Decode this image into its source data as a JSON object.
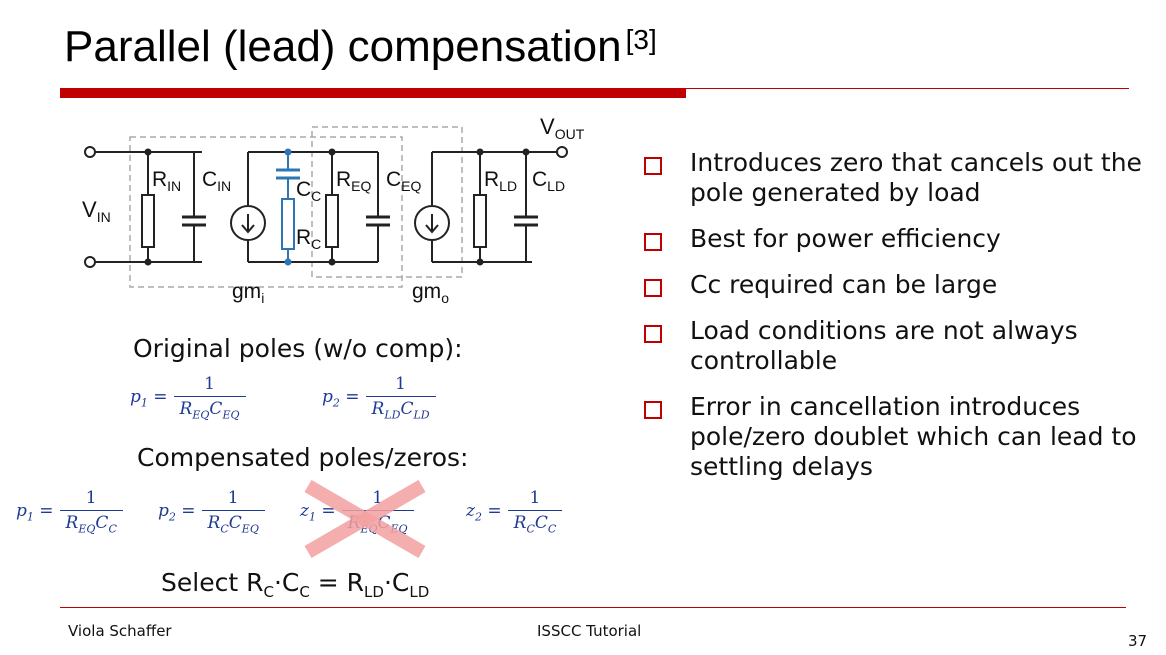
{
  "title": {
    "text": "Parallel (lead) compensation",
    "citation": "[3]"
  },
  "circuit": {
    "vout": "V",
    "vout_sub": "OUT",
    "vin": "V",
    "vin_sub": "IN",
    "rin": "R",
    "rin_sub": "IN",
    "cin": "C",
    "cin_sub": "IN",
    "cc": "C",
    "cc_sub": "C",
    "rc": "R",
    "rc_sub": "C",
    "req": "R",
    "req_sub": "EQ",
    "ceq": "C",
    "ceq_sub": "EQ",
    "rld": "R",
    "rld_sub": "LD",
    "cld": "C",
    "cld_sub": "LD",
    "gmi": "gm",
    "gmi_sub": "i",
    "gmo": "gm",
    "gmo_sub": "o",
    "colors": {
      "wire": "#222222",
      "highlight": "#2e75b6",
      "dashed": "#aaaaaa"
    }
  },
  "original_poles": {
    "heading": "Original poles (w/o comp):",
    "p1": {
      "lhs": "p",
      "lhs_sub": "1",
      "eq": "=",
      "num": "1",
      "den_a": "R",
      "den_a_sub": "EQ",
      "den_b": "C",
      "den_b_sub": "EQ"
    },
    "p2": {
      "lhs": "p",
      "lhs_sub": "2",
      "eq": "=",
      "num": "1",
      "den_a": "R",
      "den_a_sub": "LD",
      "den_b": "C",
      "den_b_sub": "LD"
    }
  },
  "compensated": {
    "heading": "Compensated poles/zeros:",
    "p1": {
      "lhs": "p",
      "lhs_sub": "1",
      "eq": "=",
      "num": "1",
      "den_a": "R",
      "den_a_sub": "EQ",
      "den_b": "C",
      "den_b_sub": "C"
    },
    "p2": {
      "lhs": "p",
      "lhs_sub": "2",
      "eq": "=",
      "num": "1",
      "den_a": "R",
      "den_a_sub": "C",
      "den_b": "C",
      "den_b_sub": "EQ"
    },
    "z1": {
      "lhs": "z",
      "lhs_sub": "1",
      "eq": "=",
      "num": "1",
      "den_a": "R",
      "den_a_sub": "EQ",
      "den_b": "C",
      "den_b_sub": "EQ",
      "crossed_out": true
    },
    "z2": {
      "lhs": "z",
      "lhs_sub": "2",
      "eq": "=",
      "num": "1",
      "den_a": "R",
      "den_a_sub": "C",
      "den_b": "C",
      "den_b_sub": "C"
    }
  },
  "select_eq": {
    "prefix": "Select R",
    "rc_sub": "C",
    "dot": "·C",
    "cc_sub": "C",
    "mid": " = R",
    "rld_sub": "LD",
    "dot2": "·C",
    "cld_sub": "LD"
  },
  "bullets": [
    "Introduces zero that cancels out the pole generated by load",
    "Best for power efficiency",
    "Cc required can be large",
    "Load conditions are not always controllable",
    "Error in cancellation introduces pole/zero doublet which can lead to settling delays"
  ],
  "footer": {
    "author": "Viola Schaffer",
    "event": "ISSCC Tutorial",
    "page": "37"
  },
  "colors": {
    "accent_red": "#c00000",
    "equation_blue": "#1f3a93",
    "cross_pink": "#f4a0a0"
  }
}
